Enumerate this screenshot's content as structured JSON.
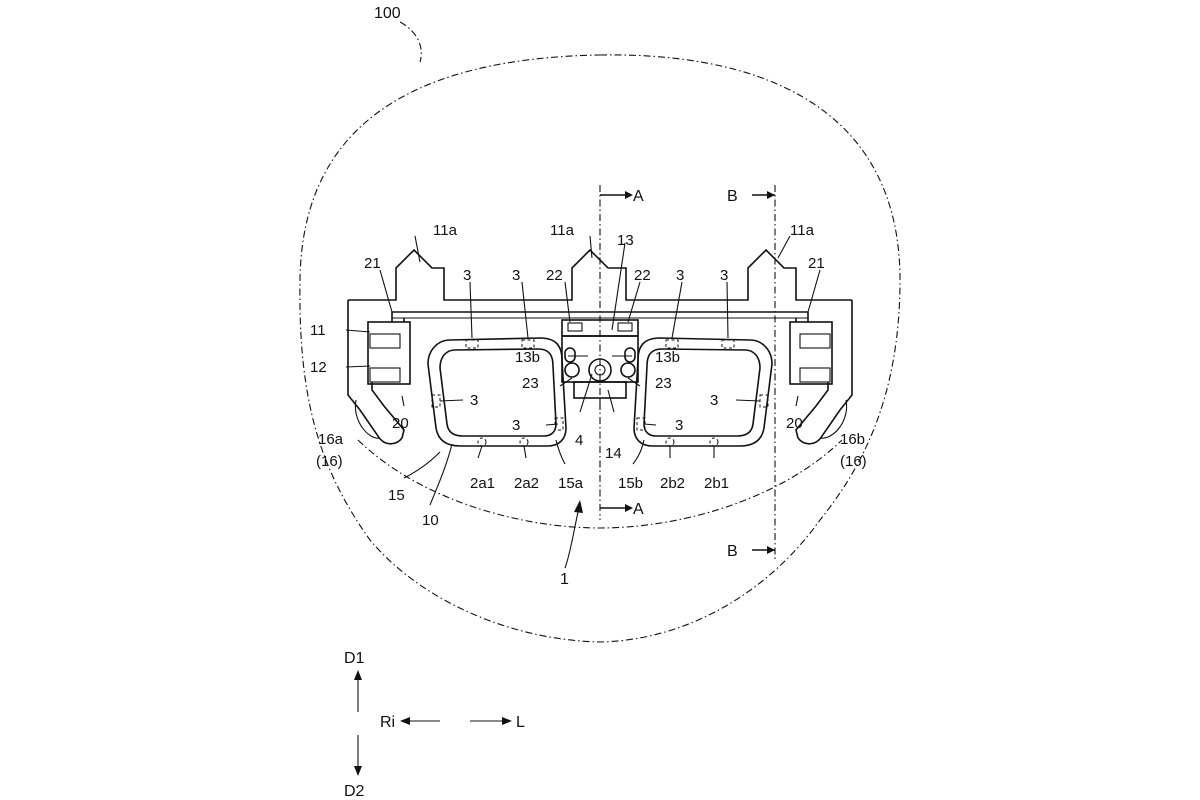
{
  "labels": {
    "head_outline": "100",
    "frame_11a": "11a",
    "section_A": "A",
    "section_B": "B",
    "n21": "21",
    "n3": "3",
    "n22": "22",
    "n13": "13",
    "n11": "11",
    "n12": "12",
    "n13b": "13b",
    "n23": "23",
    "n20": "20",
    "n16a": "16a",
    "n16a_paren": "(16)",
    "n16b": "16b",
    "n16b_paren": "(16)",
    "n4": "4",
    "n14": "14",
    "n15": "15",
    "n10": "10",
    "n2a1": "2a1",
    "n2a2": "2a2",
    "n15a": "15a",
    "n15b": "15b",
    "n2b2": "2b2",
    "n2b1": "2b1",
    "n1": "1"
  },
  "directions": {
    "up": "D1",
    "down": "D2",
    "right_side": "Ri",
    "left_side": "L"
  }
}
